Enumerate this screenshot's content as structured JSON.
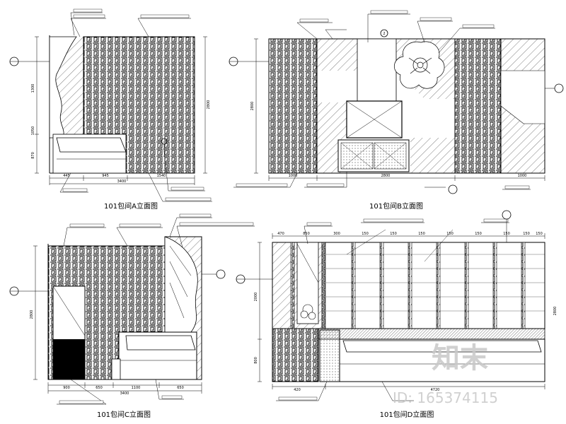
{
  "captions": {
    "a": "101包间A立面图",
    "b": "101包间B立面图",
    "c": "101包间C立面图",
    "d": "101包间D立面图"
  },
  "watermark": {
    "brand": "知末",
    "id_text": "ID: 165374115"
  },
  "callouts": {
    "b_center": "2"
  },
  "dims_a": {
    "bottom": [
      "445",
      "945",
      "1540"
    ],
    "total": "3400",
    "left": [
      "870",
      "1050",
      "1300"
    ],
    "right": "2800"
  },
  "dims_b": {
    "bottom": [
      "1000",
      "2800",
      "1000"
    ],
    "left": "2800"
  },
  "dims_c": {
    "bottom": [
      "900",
      "650",
      "1100",
      "650"
    ],
    "total": "3400",
    "left": "2800"
  },
  "dims_d": {
    "top": [
      "470",
      "850",
      "300",
      "150",
      "150",
      "150",
      "150",
      "150",
      "150",
      "150",
      "150"
    ],
    "bottom": [
      "420",
      "4720"
    ],
    "left": [
      "2000",
      "800"
    ],
    "right": "2800"
  }
}
